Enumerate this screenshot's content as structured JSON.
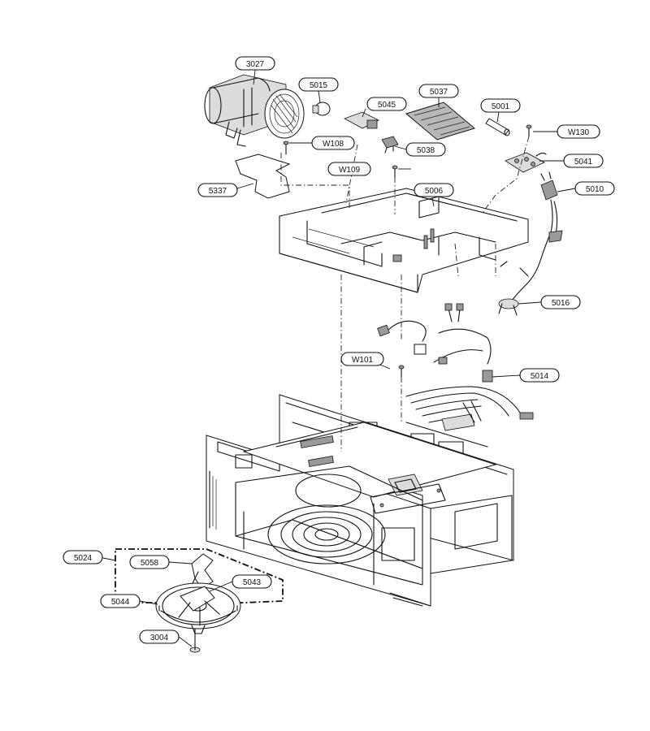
{
  "callouts": [
    {
      "id": "3027",
      "label": "3027"
    },
    {
      "id": "5015",
      "label": "5015"
    },
    {
      "id": "5037",
      "label": "5037"
    },
    {
      "id": "5045",
      "label": "5045"
    },
    {
      "id": "5001",
      "label": "5001"
    },
    {
      "id": "W130",
      "label": "W130"
    },
    {
      "id": "5038",
      "label": "5038"
    },
    {
      "id": "W108",
      "label": "W108"
    },
    {
      "id": "5041",
      "label": "5041"
    },
    {
      "id": "W109",
      "label": "W109"
    },
    {
      "id": "5006",
      "label": "5006"
    },
    {
      "id": "5010",
      "label": "5010"
    },
    {
      "id": "5337",
      "label": "5337"
    },
    {
      "id": "5016",
      "label": "5016"
    },
    {
      "id": "W101",
      "label": "W101"
    },
    {
      "id": "5014",
      "label": "5014"
    },
    {
      "id": "5024",
      "label": "5024"
    },
    {
      "id": "5058",
      "label": "5058"
    },
    {
      "id": "5043",
      "label": "5043"
    },
    {
      "id": "5044",
      "label": "5044"
    },
    {
      "id": "3004",
      "label": "3004"
    }
  ]
}
